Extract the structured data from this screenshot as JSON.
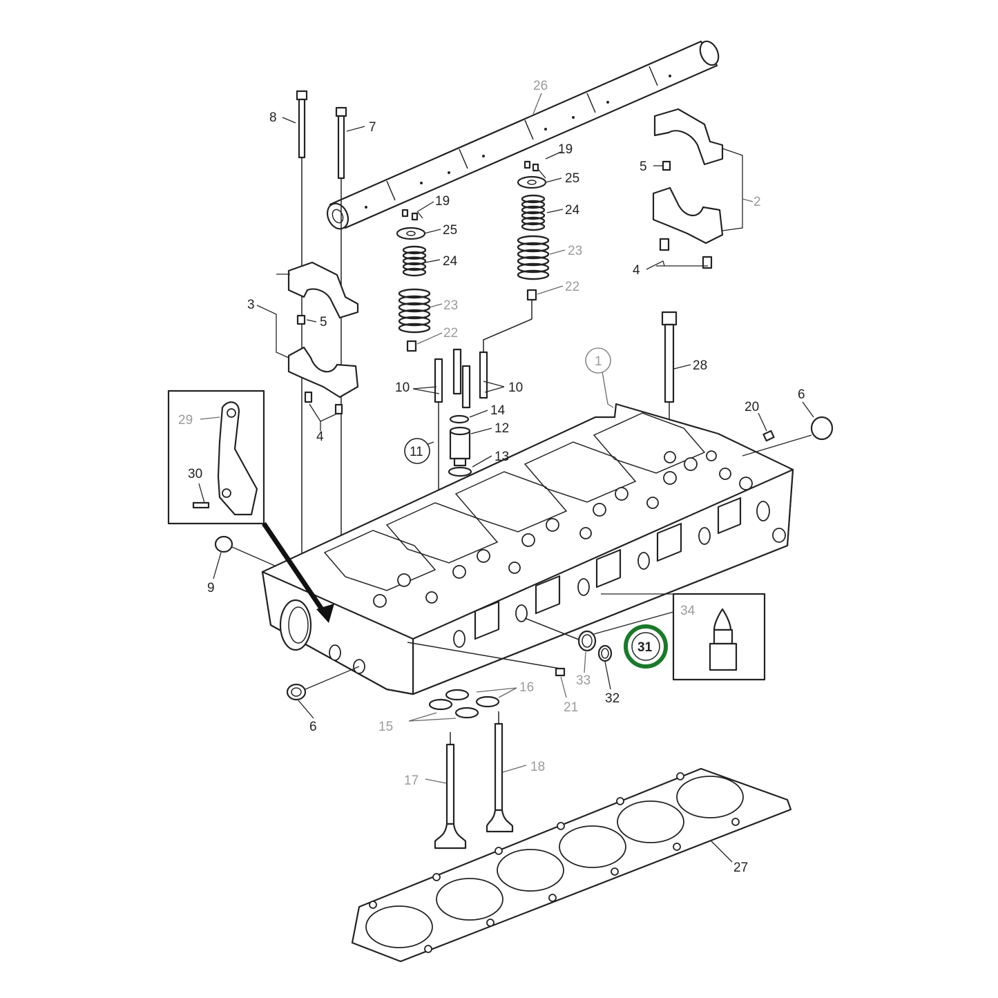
{
  "diagram": {
    "labels": {
      "l1": "1",
      "l2": "2",
      "l3": "3",
      "l4a": "4",
      "l4b": "4",
      "l5a": "5",
      "l5b": "5",
      "l6a": "6",
      "l6b": "6",
      "l7": "7",
      "l8": "8",
      "l9": "9",
      "l10a": "10",
      "l10b": "10",
      "l11": "11",
      "l12": "12",
      "l13": "13",
      "l14": "14",
      "l15": "15",
      "l16": "16",
      "l17": "17",
      "l18": "18",
      "l19a": "19",
      "l19b": "19",
      "l20": "20",
      "l21": "21",
      "l22a": "22",
      "l22b": "22",
      "l23a": "23",
      "l23b": "23",
      "l24a": "24",
      "l24b": "24",
      "l25a": "25",
      "l25b": "25",
      "l26": "26",
      "l27": "27",
      "l28": "28",
      "l29": "29",
      "l30": "30",
      "l31": "31",
      "l32": "32",
      "l33": "33",
      "l34": "34"
    },
    "colors": {
      "line": "#222222",
      "grey_label": "#9a9a9a",
      "highlight_ring": "#1a7a2a",
      "background": "#ffffff"
    }
  }
}
